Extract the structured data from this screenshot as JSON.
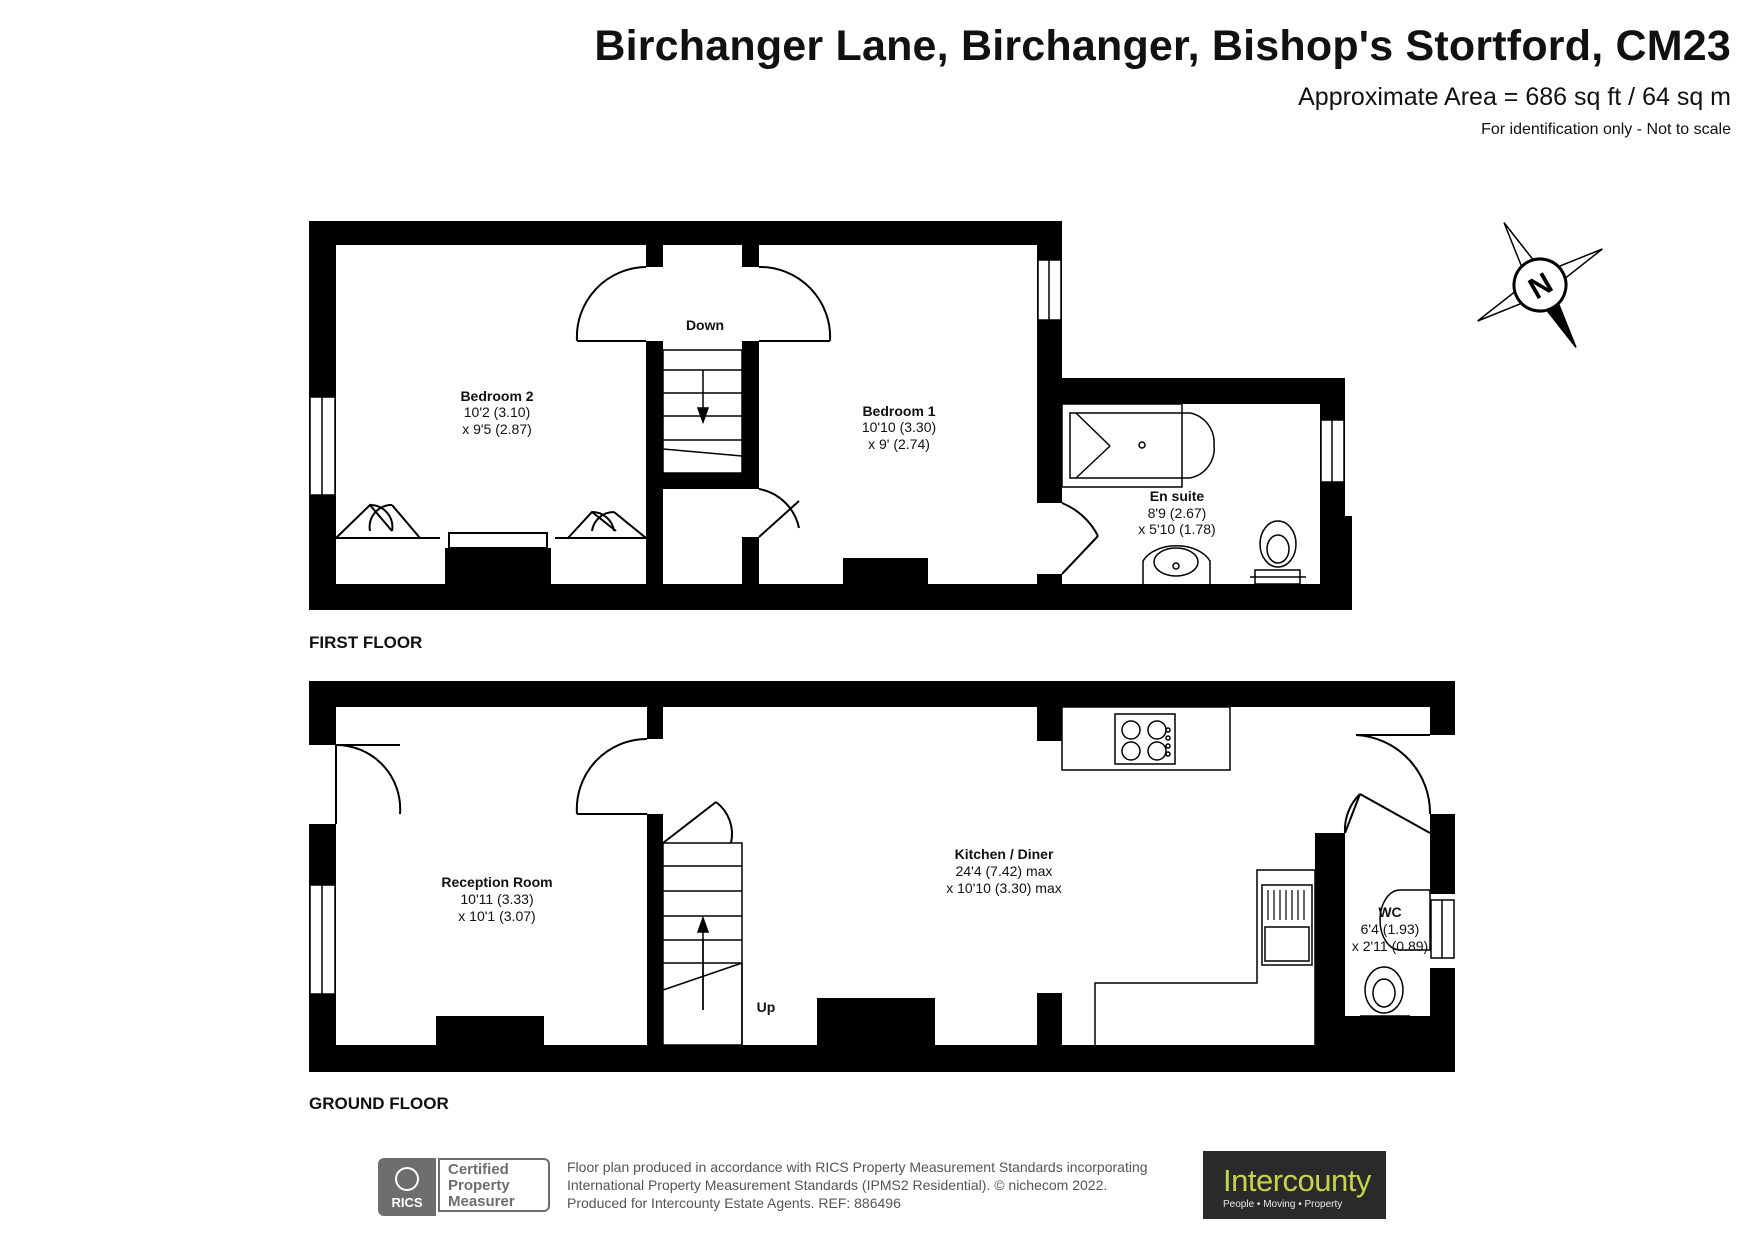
{
  "header": {
    "address": "Birchanger Lane, Birchanger, Bishop's Stortford, CM23",
    "area": "Approximate Area = 686 sq ft / 64 sq m",
    "disclaimer": "For identification only - Not to scale"
  },
  "compass": {
    "label": "N"
  },
  "first_floor": {
    "label": "FIRST FLOOR",
    "stairs_label": "Down",
    "rooms": [
      {
        "name": "Bedroom 2",
        "dim1": "10'2 (3.10)",
        "dim2": "x 9'5 (2.87)"
      },
      {
        "name": "Bedroom 1",
        "dim1": "10'10 (3.30)",
        "dim2": "x 9' (2.74)"
      },
      {
        "name": "En suite",
        "dim1": "8'9 (2.67)",
        "dim2": "x 5'10 (1.78)"
      }
    ]
  },
  "ground_floor": {
    "label": "GROUND FLOOR",
    "stairs_label": "Up",
    "rooms": [
      {
        "name": "Reception Room",
        "dim1": "10'11 (3.33)",
        "dim2": "x 10'1 (3.07)"
      },
      {
        "name": "Kitchen / Diner",
        "dim1": "24'4 (7.42) max",
        "dim2": "x 10'10 (3.30) max"
      },
      {
        "name": "WC",
        "dim1": "6'4 (1.93)",
        "dim2": "x 2'11 (0.89)"
      }
    ]
  },
  "footer": {
    "line1": "Floor plan produced in accordance with RICS Property Measurement Standards incorporating",
    "line2": "International Property Measurement Standards (IPMS2 Residential).   © nichecom 2022.",
    "line3": "Produced for Intercounty Estate Agents.   REF:  886496",
    "rics_logo_text": "RICS",
    "rics_cert": [
      "Certified",
      "Property",
      "Measurer"
    ],
    "brand_name": "Intercounty",
    "brand_tagline": "People • Moving • Property"
  }
}
